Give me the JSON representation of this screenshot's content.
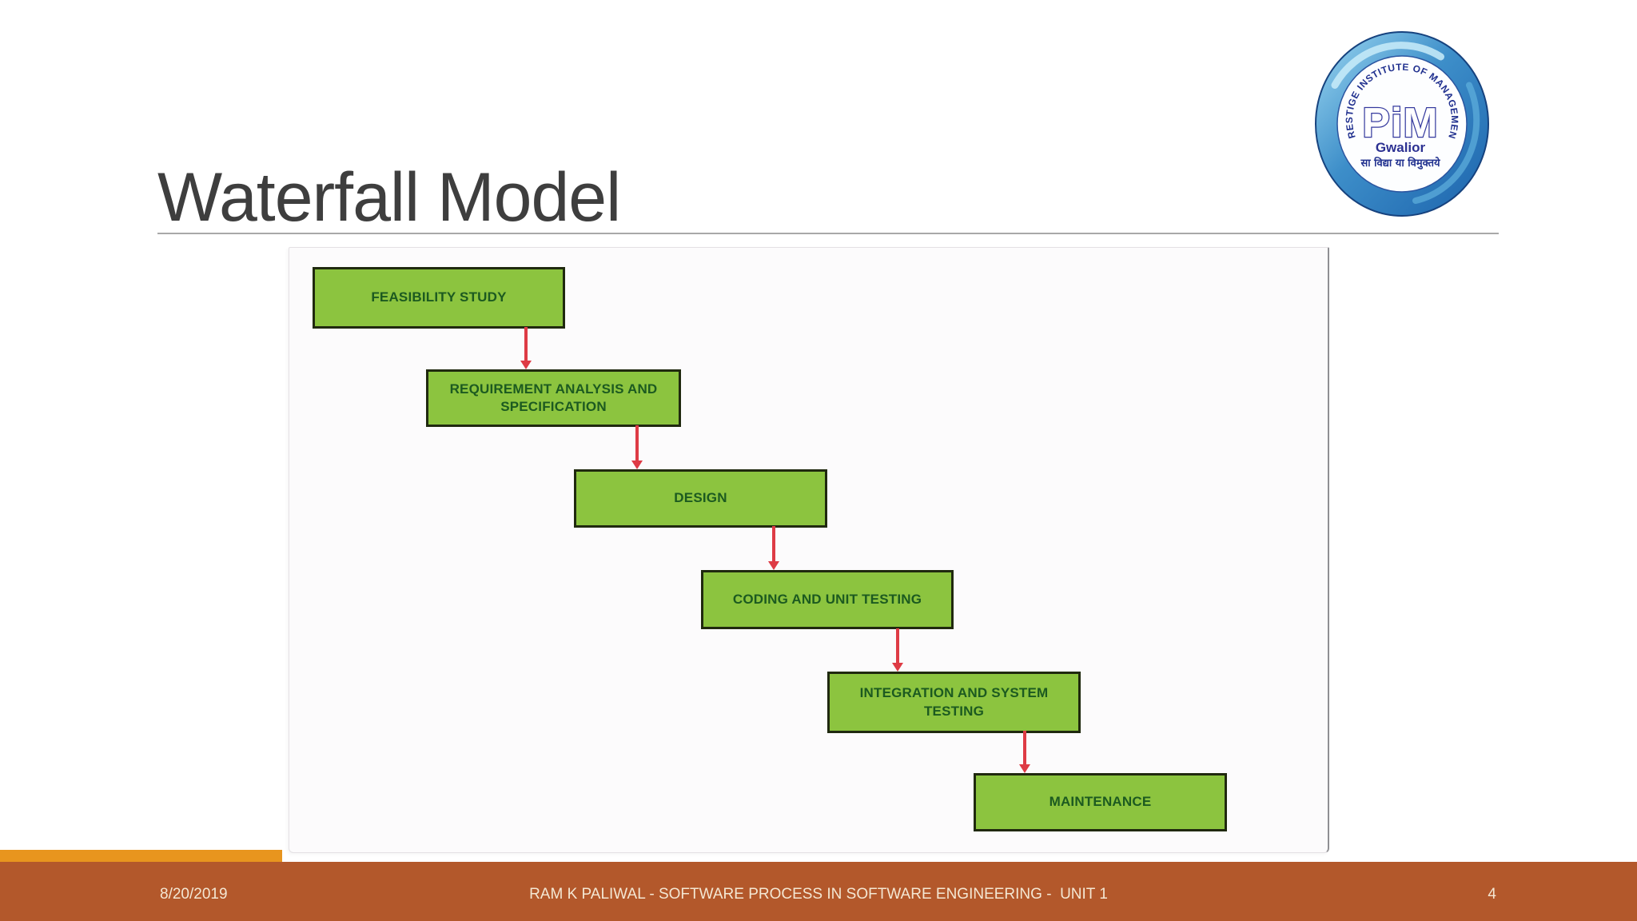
{
  "slide": {
    "title": "Waterfall Model"
  },
  "logo": {
    "arc_text": "PRESTIGE INSTITUTE OF MANAGEMENT",
    "monogram": "PiM",
    "city": "Gwalior",
    "motto": "सा विद्या या विमुक्तये"
  },
  "diagram": {
    "stages": [
      {
        "label": "FEASIBILITY STUDY"
      },
      {
        "label": "REQUIREMENT ANALYSIS AND SPECIFICATION"
      },
      {
        "label": "DESIGN"
      },
      {
        "label": "CODING AND UNIT TESTING"
      },
      {
        "label": "INTEGRATION AND SYSTEM TESTING"
      },
      {
        "label": "MAINTENANCE"
      }
    ]
  },
  "footer": {
    "date": "8/20/2019",
    "center_text": "RAM K PALIWAL - SOFTWARE PROCESS IN SOFTWARE ENGINEERING -  UNIT 1",
    "page_number": "4"
  },
  "theme_colors": {
    "title_text": "#3e3e3e",
    "underline": "#a9a9a9",
    "box_fill": "#8cc43f",
    "box_border": "#20290f",
    "box_text": "#1c5a20",
    "arrow": "#de3b45",
    "footer_bar": "#b3582b",
    "footer_accent": "#e8951e",
    "footer_text": "#f4e7d3",
    "panel_border": "#e4e1e4",
    "panel_edge": "#8f8f93",
    "logo_navy": "#21318f",
    "logo_blue_light": "#8fd0ef",
    "logo_blue_dark": "#1c63ac"
  }
}
